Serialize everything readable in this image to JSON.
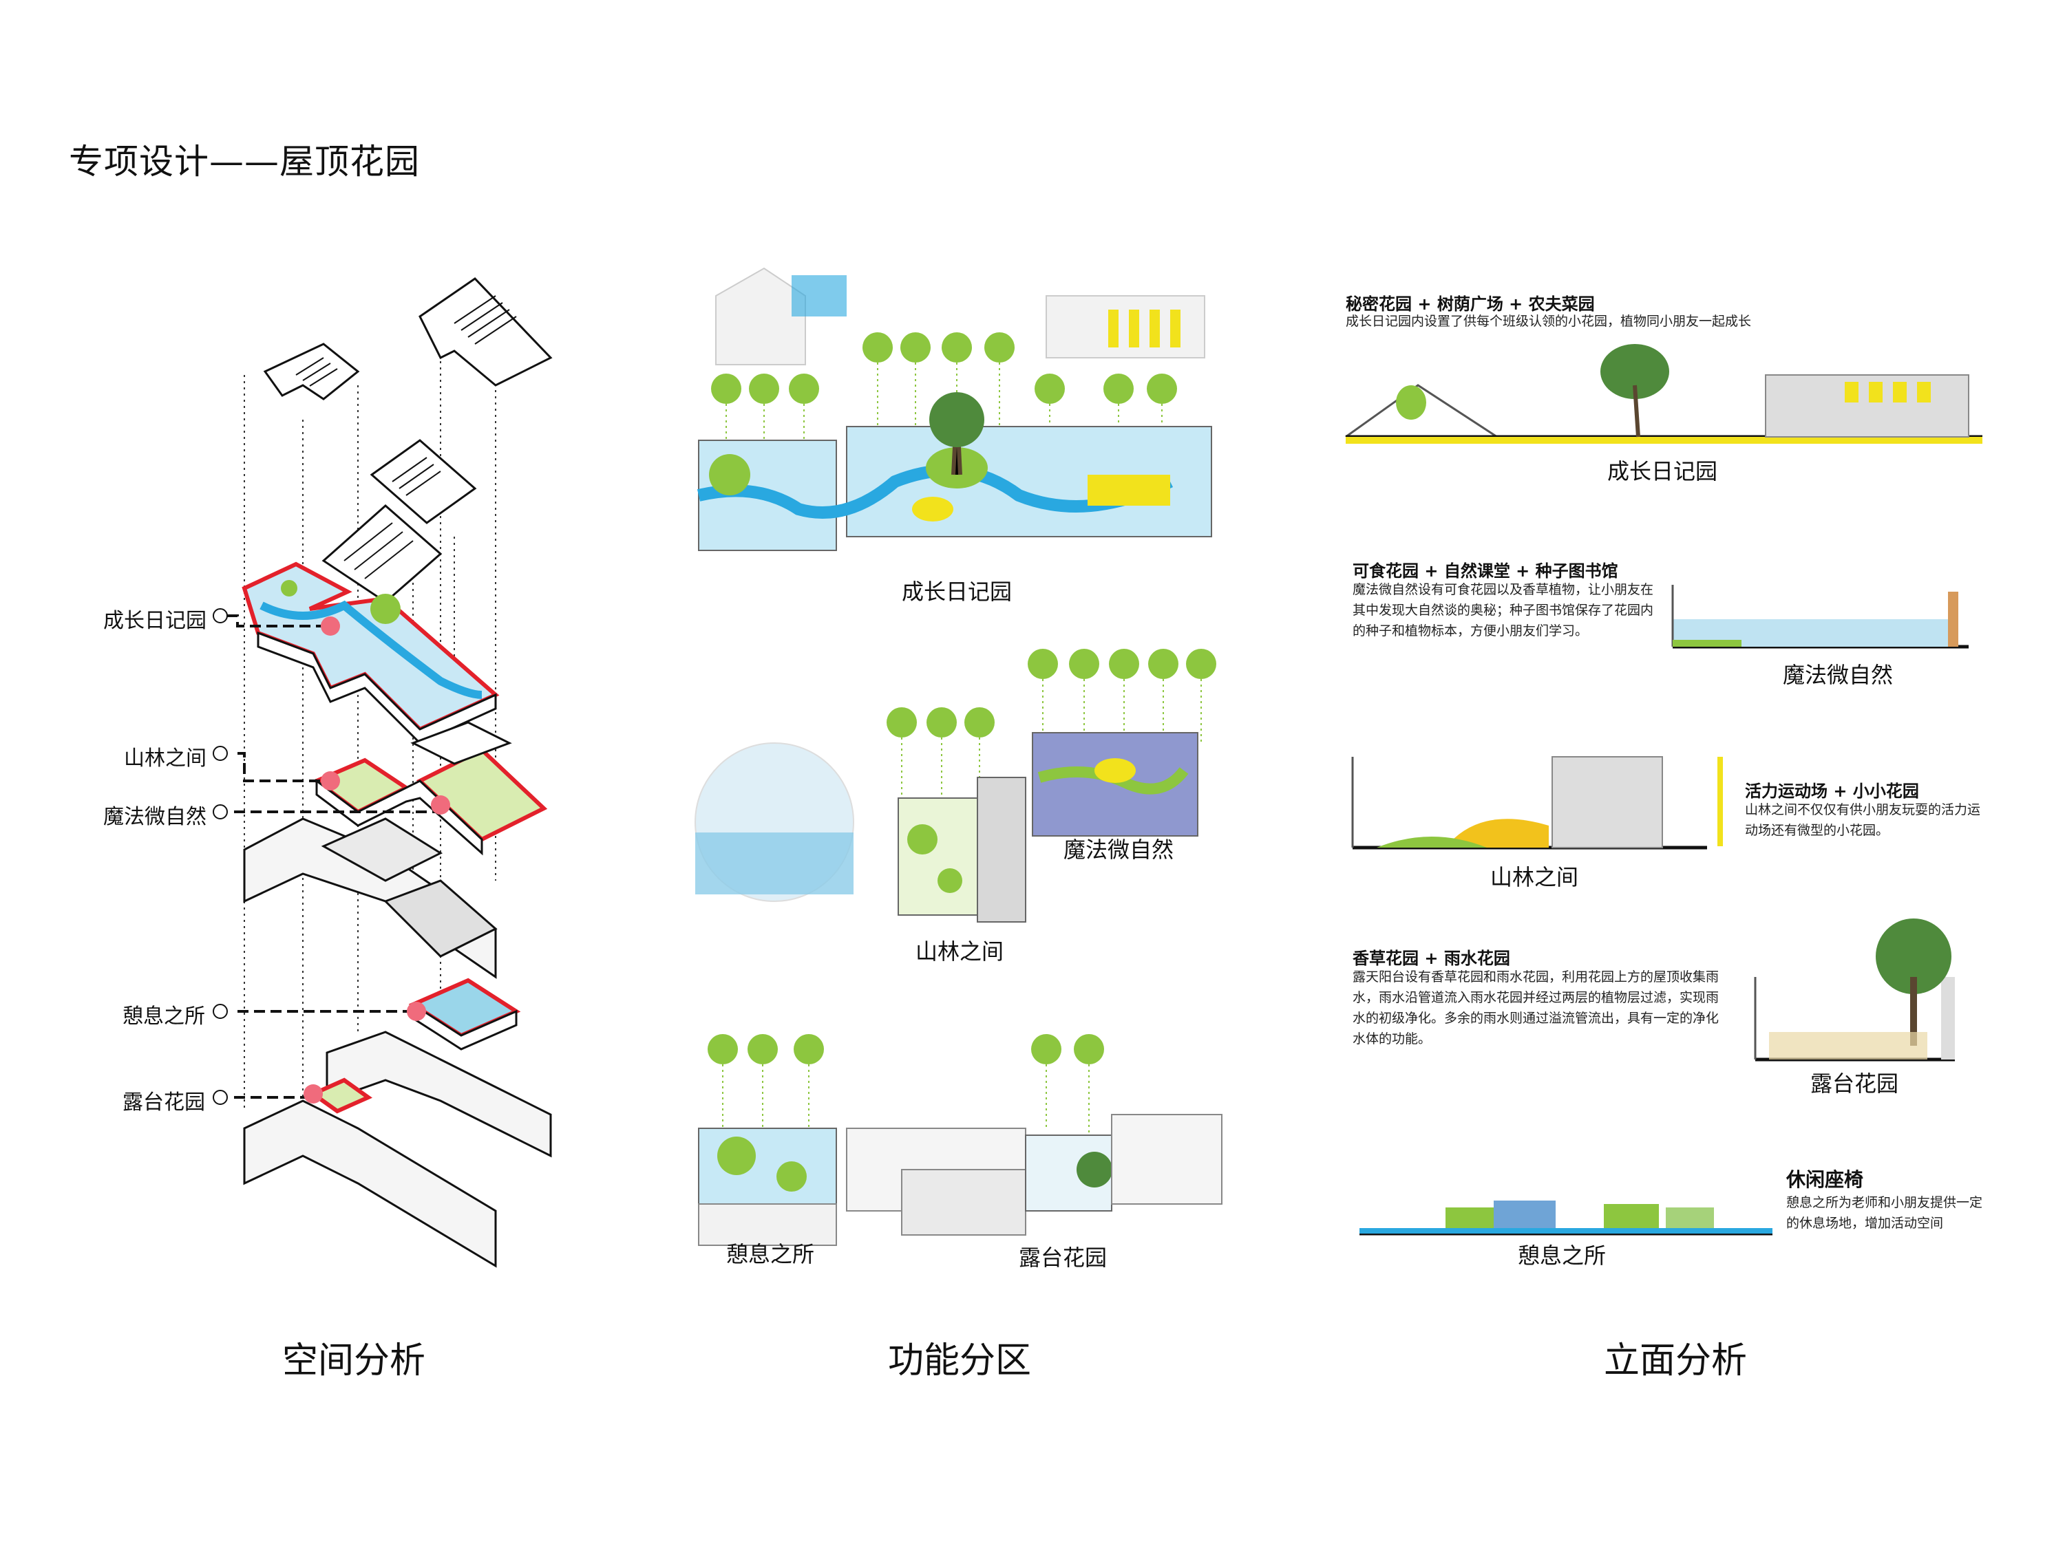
{
  "title": "专项设计——屋顶花园",
  "sections": {
    "spatial": "空间分析",
    "functional": "功能分区",
    "elevation": "立面分析"
  },
  "axon_labels": [
    "成长日记园",
    "山林之间",
    "魔法微自然",
    "憩息之所",
    "露台花园"
  ],
  "zones": {
    "growth_diary": "成长日记园",
    "forest": "山林之间",
    "magic_nature": "魔法微自然",
    "rest": "憩息之所",
    "terrace": "露台花园"
  },
  "elevations": [
    {
      "head": "秘密花园 + 树荫广场 + 农夫菜园",
      "desc": "成长日记园内设置了供每个班级认领的小花园，植物同小朋友一起成长",
      "caption": "成长日记园"
    },
    {
      "head": "可食花园 + 自然课堂 + 种子图书馆",
      "desc": "魔法微自然设有可食花园以及香草植物，让小朋友在其中发现大自然谈的奥秘；种子图书馆保存了花园内的种子和植物标本，方便小朋友们学习。",
      "caption": "魔法微自然"
    },
    {
      "head": "活力运动场 + 小小花园",
      "desc": "山林之间不仅仅有供小朋友玩耍的活力运动场还有微型的小花园。",
      "caption": "山林之间"
    },
    {
      "head": "香草花园 + 雨水花园",
      "desc": "露天阳台设有香草花园和雨水花园，利用花园上方的屋顶收集雨水，雨水沿管道流入雨水花园并经过两层的植物层过滤，实现雨水的初级净化。多余的雨水则通过溢流管流出，具有一定的净化水体的功能。",
      "caption": "露台花园"
    },
    {
      "head": "休闲座椅",
      "desc": "憩息之所为老师和小朋友提供一定的休息场地，增加活动空间",
      "caption": "憩息之所"
    }
  ],
  "colors": {
    "accent_green": "#8dc63f",
    "water_blue": "#29a8e0",
    "highlight_red": "#e3212b",
    "marker_pink": "#f06b7c",
    "yellow": "#f2e21c"
  }
}
